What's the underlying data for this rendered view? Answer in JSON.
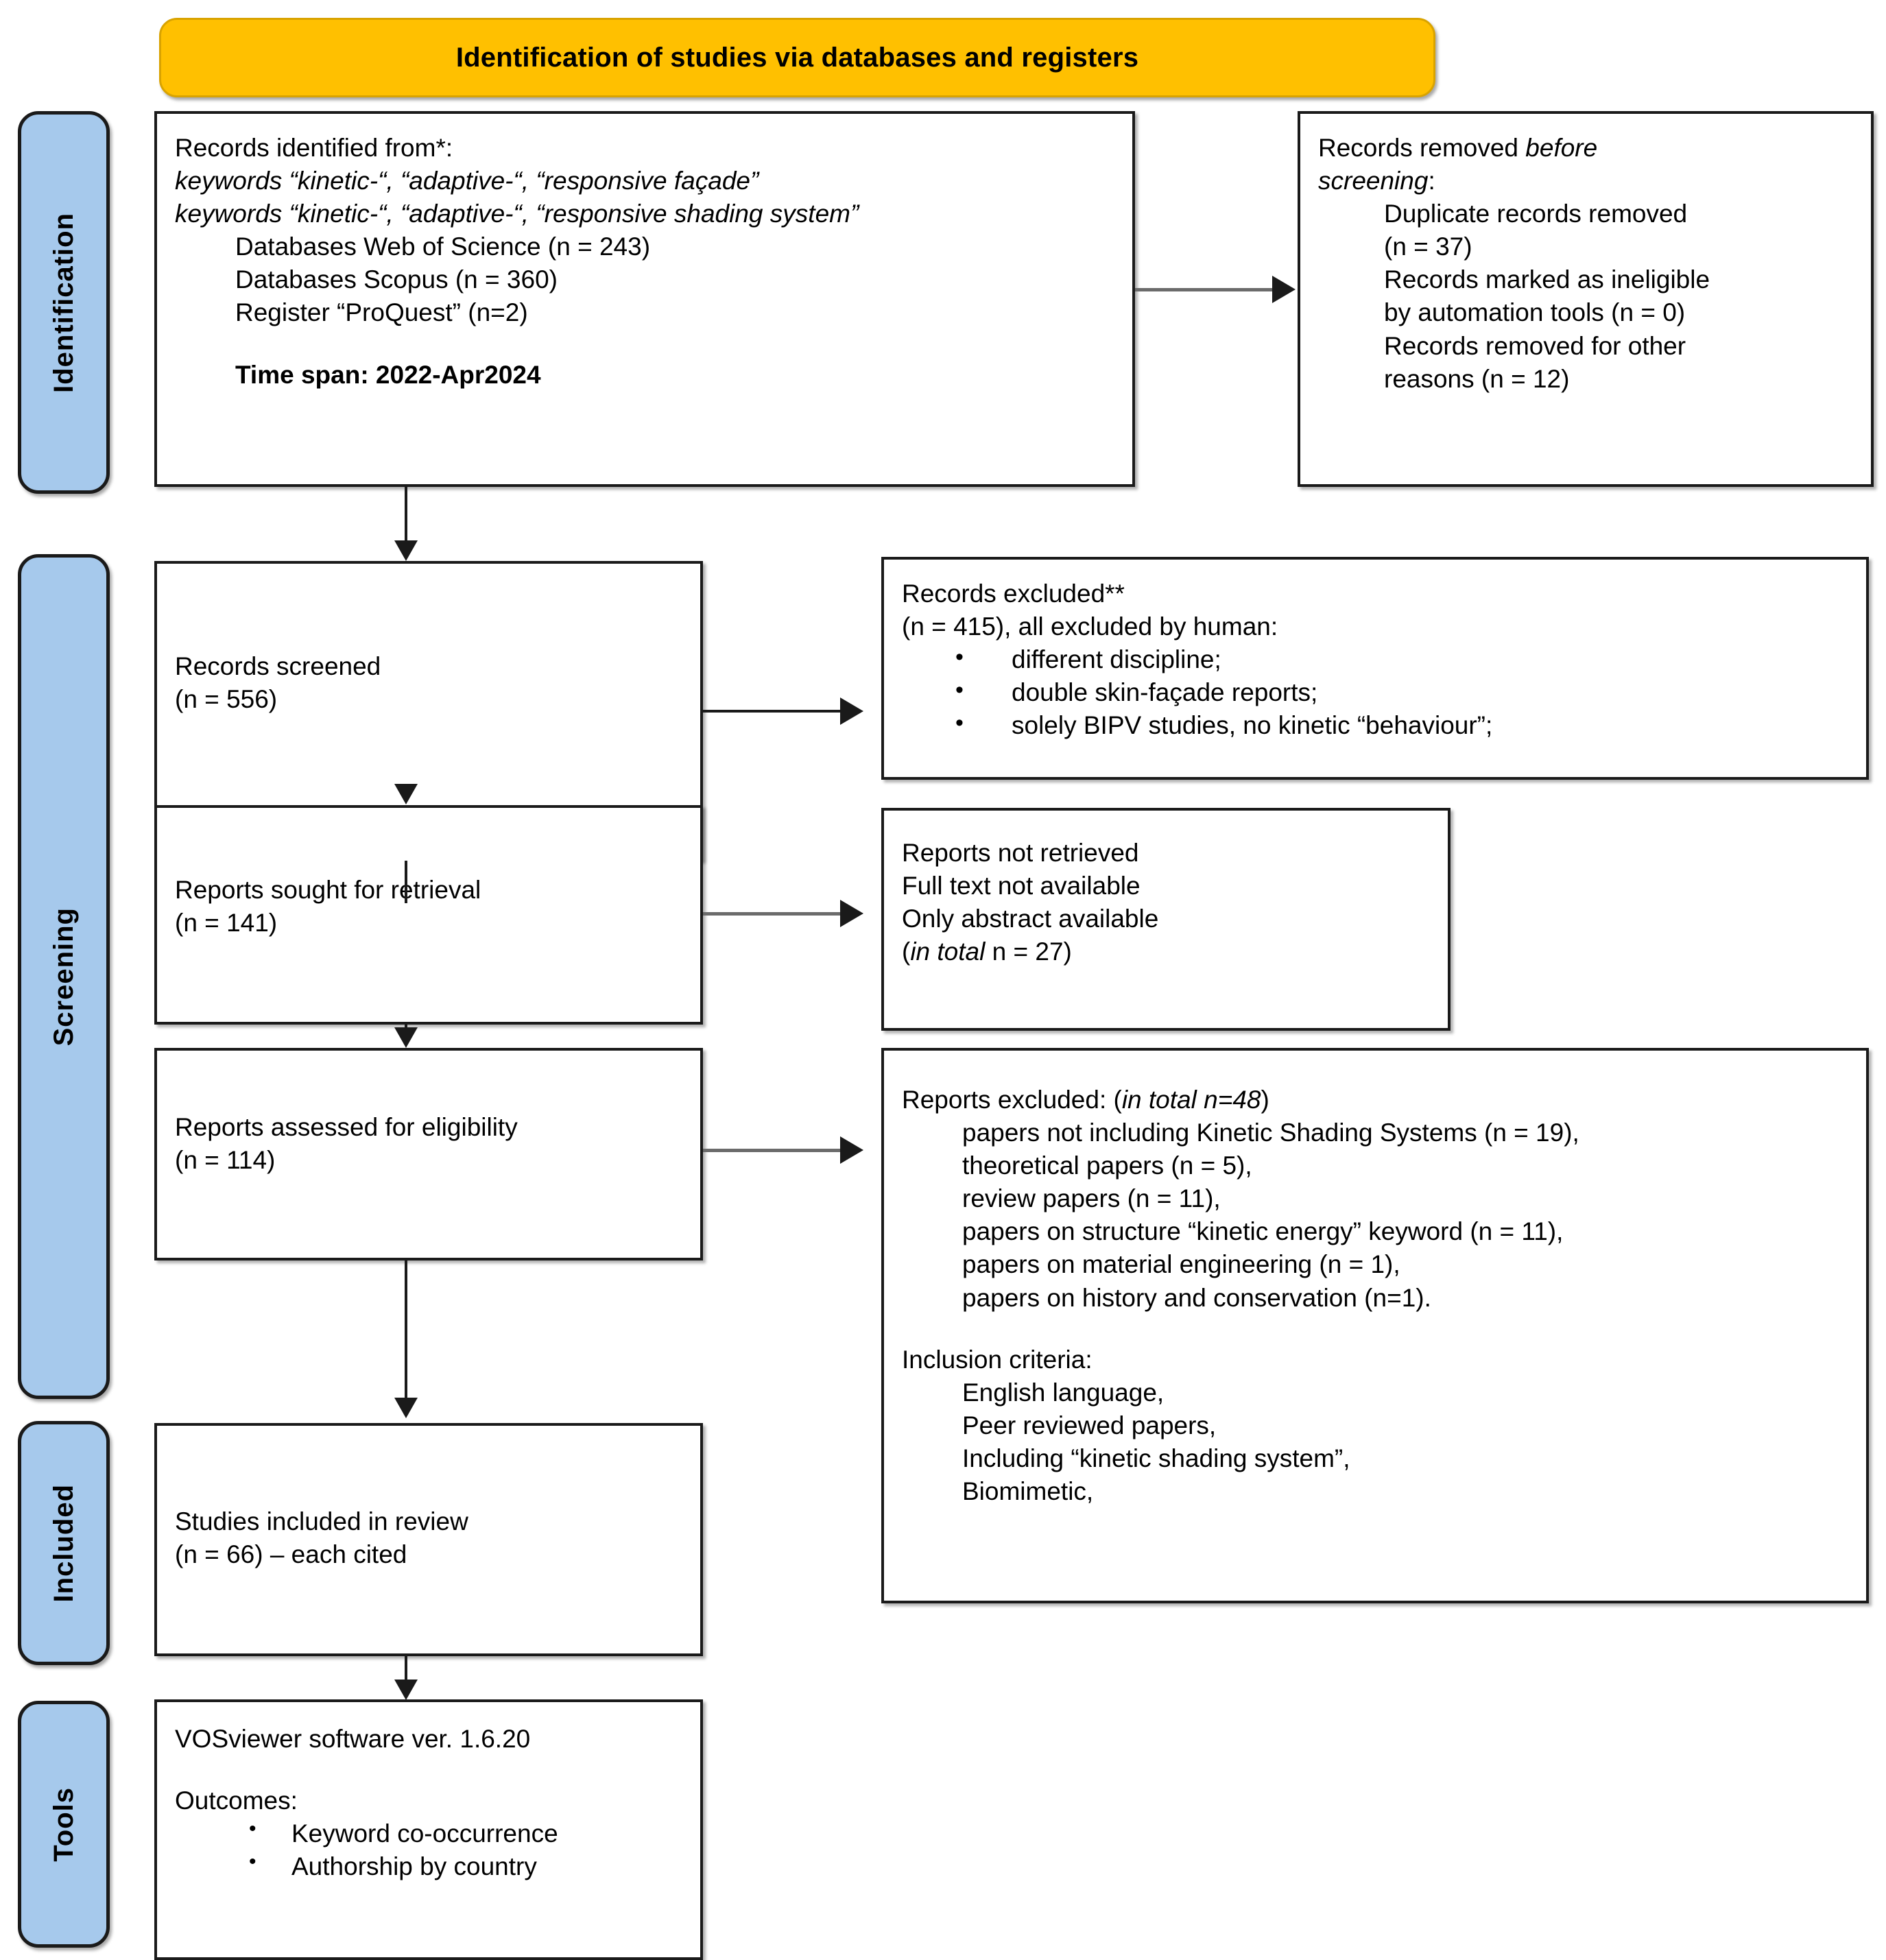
{
  "diagram": {
    "title": "Identification of studies via databases and registers",
    "phases": [
      {
        "id": "identification",
        "label": "Identification"
      },
      {
        "id": "screening",
        "label": "Screening"
      },
      {
        "id": "included",
        "label": "Included"
      },
      {
        "id": "tools",
        "label": "Tools"
      }
    ]
  },
  "boxes": {
    "identified": {
      "heading": "Records identified from*:",
      "keywords_1": "keywords “kinetic-“, “adaptive-“, “responsive façade”",
      "keywords_2": "keywords “kinetic-“, “adaptive-“, “responsive shading system”",
      "source_1": "Databases Web of Science (n = 243)",
      "source_2": "Databases Scopus (n = 360)",
      "source_3": "Register “ProQuest” (n=2)",
      "timespan": "Time span: 2022-Apr2024"
    },
    "removed": {
      "heading_a": "Records removed ",
      "heading_b": "before",
      "heading_c": "screening",
      "heading_d": ":",
      "item_1a": "Duplicate records removed",
      "item_1b": "(n = 37)",
      "item_2a": "Records marked as ineligible",
      "item_2b": "by automation tools (n = 0)",
      "item_3a": "Records removed for other",
      "item_3b": "reasons (n = 12)"
    },
    "screened": {
      "line_1": "Records screened",
      "line_2": "(n = 556)"
    },
    "excluded": {
      "heading": "Records excluded**",
      "subheading": "(n = 415), all excluded by human:",
      "bullet_1": "different discipline;",
      "bullet_2": "double skin-façade reports;",
      "bullet_3": "solely BIPV studies, no kinetic “behaviour”;"
    },
    "sought": {
      "line_1": "Reports sought for retrieval",
      "line_2": "(n = 141)"
    },
    "not_retrieved": {
      "line_1": "Reports not retrieved",
      "line_2": "Full text not available",
      "line_3": "Only abstract available",
      "line_4a": "in total",
      "line_4b": " n = 27)"
    },
    "assessed": {
      "line_1": "Reports assessed for eligibility",
      "line_2": "(n = 114)"
    },
    "reports_excluded": {
      "heading_a": "Reports excluded: (",
      "heading_b": "in total n=48",
      "heading_c": ")",
      "reason_1": "papers not including Kinetic Shading Systems (n = 19),",
      "reason_2": "theoretical papers (n = 5),",
      "reason_3": "review papers (n = 11),",
      "reason_4": "papers on structure “kinetic energy” keyword (n = 11),",
      "reason_5": "papers on material engineering (n = 1),",
      "reason_6": "papers on history and conservation (n=1).",
      "criteria_heading": "Inclusion criteria:",
      "criteria_1": "English language,",
      "criteria_2": "Peer reviewed papers,",
      "criteria_3": "Including “kinetic shading system”,",
      "criteria_4": "Biomimetic,"
    },
    "included": {
      "line_1": "Studies included in review",
      "line_2": "(n = 66) – each cited"
    },
    "tools": {
      "line_1": "VOSviewer software ver. 1.6.20",
      "outcomes_heading": "Outcomes:",
      "outcome_1": "Keyword co-occurrence",
      "outcome_2": "Authorship by country"
    }
  },
  "colors": {
    "banner": "#FFC000",
    "phase_bar": "#A6C9EC",
    "box_border": "#1A1A1A",
    "box_fill": "#FFFFFF"
  }
}
